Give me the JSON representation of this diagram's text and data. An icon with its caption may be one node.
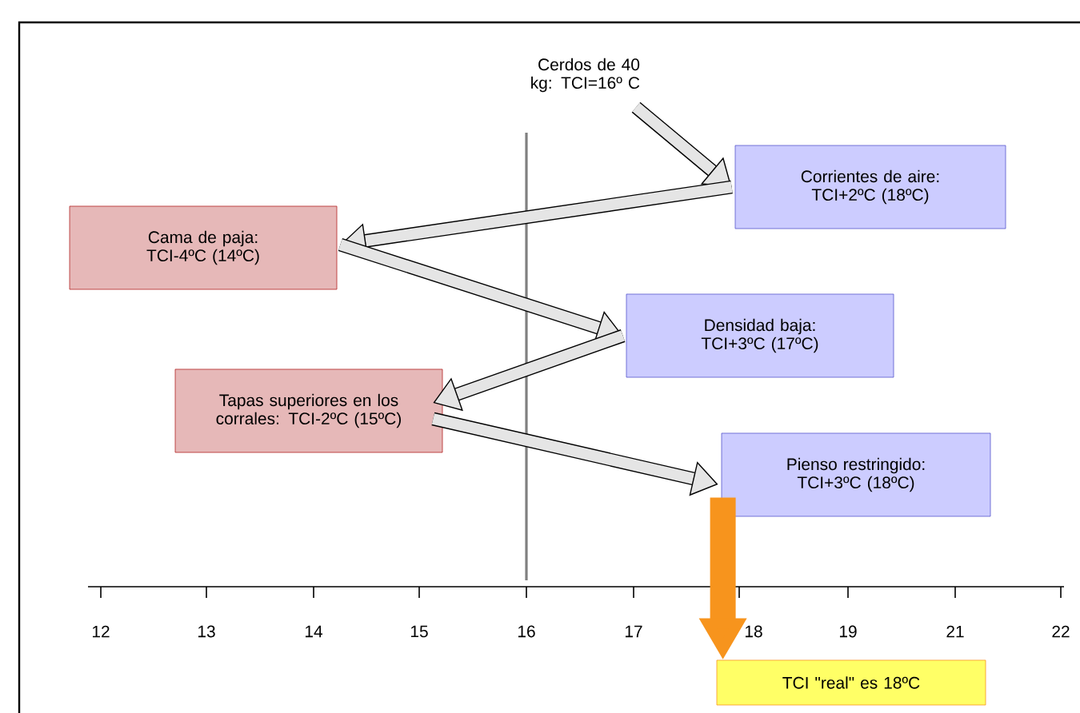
{
  "diagram": {
    "nodes": [
      {
        "text": [
          "Cerdos de 40 kg: TCI=16º C"
        ]
      },
      {
        "text": [
          "Corrientes de aire: TCI+2ºC (18ºC)"
        ]
      },
      {
        "text": [
          "Cama de paja: TCI-4ºC (14ºC)"
        ]
      },
      {
        "text": [
          "Densidad baja: TCI+3ºC (17ºC)"
        ]
      },
      {
        "text": [
          "Tapas superiores en los corrales: TCI-2ºC (15ºC)"
        ]
      },
      {
        "text": [
          "Pienso restringido: TCI+3ºC (18ºC)"
        ]
      },
      {
        "text": [
          "TCI \"real\" es 18ºC"
        ]
      }
    ],
    "edges": [
      {
        "from": 0,
        "to": 1,
        "arrow": "to"
      },
      {
        "from": 1,
        "to": 2,
        "arrow": "to"
      },
      {
        "from": 2,
        "to": 3,
        "arrow": "to"
      },
      {
        "from": 3,
        "to": 4,
        "arrow": "to"
      },
      {
        "from": 4,
        "to": 5,
        "arrow": "to"
      },
      {
        "from": 5,
        "to": 6,
        "arrow": "to",
        "style": "thick",
        "color": "#f7941d"
      }
    ],
    "labels": [
      "12",
      "13",
      "14",
      "15",
      "16",
      "17",
      "18",
      "19",
      "21",
      "22"
    ]
  }
}
